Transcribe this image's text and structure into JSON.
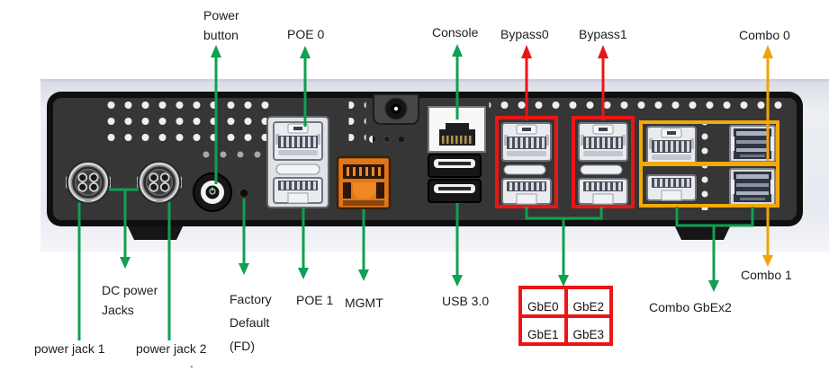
{
  "colors": {
    "arrow_green": "#0FA052",
    "arrow_red": "#EC1515",
    "arrow_yellow": "#F2A30A",
    "box_red": "#EC1515",
    "box_yellow": "#F2A90A",
    "mgmt_port_orange": "#E1751A"
  },
  "labels": {
    "power_button": [
      "Power",
      "button"
    ],
    "poe0": "POE 0",
    "console": "Console",
    "bypass0": "Bypass0",
    "bypass1": "Bypass1",
    "combo0": "Combo 0",
    "dc_power_jacks": [
      "DC power",
      "Jacks"
    ],
    "power_jack_1": "power jack 1",
    "power_jack_2": "power jack 2",
    "factory_default": [
      "Factory",
      "Default",
      "(FD)"
    ],
    "poe1": "POE 1",
    "mgmt": "MGMT",
    "usb": "USB 3.0",
    "combo_gbex2": "Combo GbEx2",
    "combo1": "Combo 1",
    "stray_mark": "."
  },
  "gbe_table": {
    "rows": [
      [
        "GbE0",
        "GbE2"
      ],
      [
        "GbE1",
        "GbE3"
      ]
    ]
  }
}
